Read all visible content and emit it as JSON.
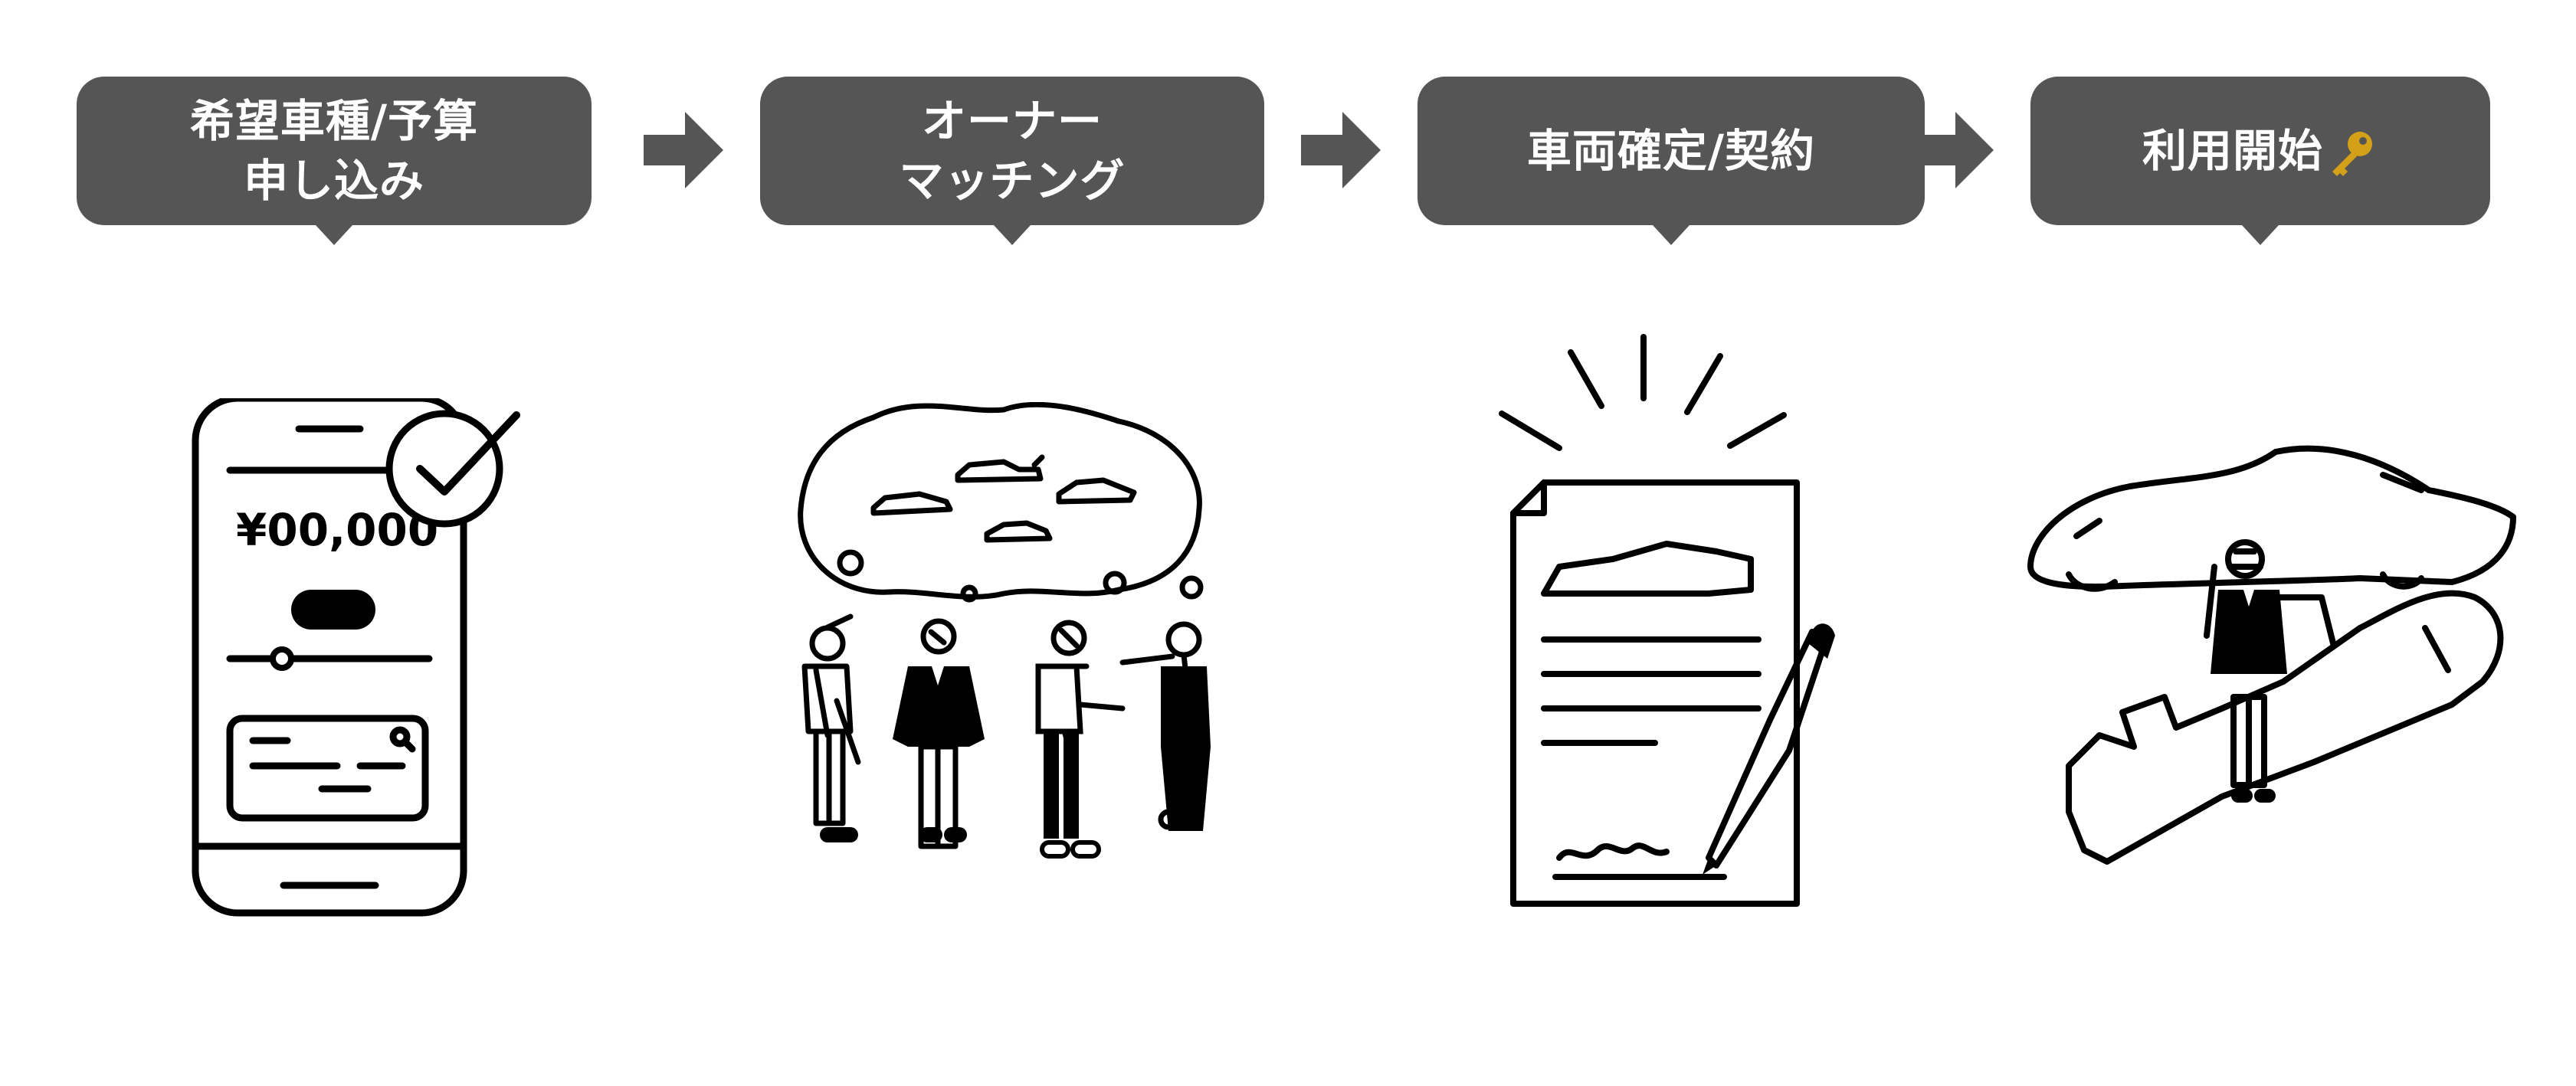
{
  "steps": [
    {
      "label": "希望車種/予算\n申し込み"
    },
    {
      "label": "オーナー\nマッチング"
    },
    {
      "label": "車両確定/契約"
    },
    {
      "label": "利用開始",
      "icon": "key-icon"
    }
  ],
  "phone": {
    "price": "¥00,000"
  },
  "colors": {
    "box": "#555555",
    "line": "#000000",
    "key": "#d4a017"
  }
}
